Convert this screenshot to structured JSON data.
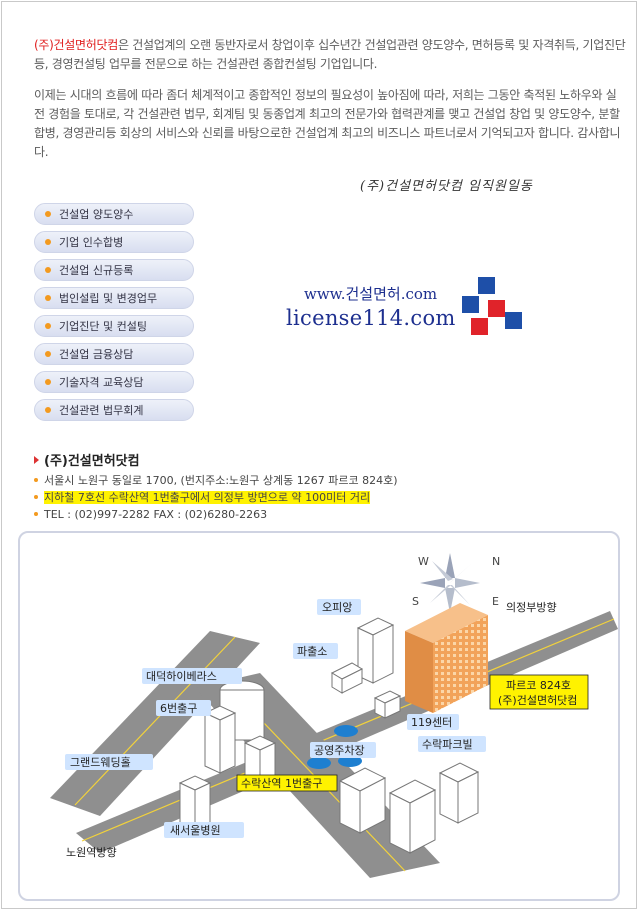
{
  "intro": {
    "brand": "(주)건설면허닷컴",
    "p1_rest": "은 건설업계의 오랜 동반자로서 창업이후 십수년간 건설업관련 양도양수, 면허등록 및 자격취득, 기업진단등, 경영컨설팅 업무를 전문으로 하는 건설관련 종합컨설팅 기업입니다.",
    "p2": "이제는 시대의 흐름에 따라 좀더 체계적이고 종합적인 정보의 필요성이 높아짐에 따라, 저희는 그동안 축적된 노하우와 실전 경험을 토대로, 각 건설관련 법무, 회계팀 및 동종업계 최고의 전문가와 협력관계를 맺고 건설업 창업 및 양도양수, 분할합병, 경영관리등 회상의 서비스와 신뢰를 바탕으로한 건설업계 최고의 비즈니스 파트너로서 기억되고자 합니다.  감사합니다.",
    "signature": "(주)건설면허닷컴 임직원일동"
  },
  "menu": {
    "items": [
      {
        "label": "건설업 양도양수"
      },
      {
        "label": "기업 인수합병"
      },
      {
        "label": "건설업 신규등록"
      },
      {
        "label": "법인설립 및 변경업무"
      },
      {
        "label": "기업진단 및 컨설팅"
      },
      {
        "label": "건설업 금융상담"
      },
      {
        "label": "기술자격 교육상담"
      },
      {
        "label": "건설관련 법무회계"
      }
    ]
  },
  "logo": {
    "www": "www.건설면허.com",
    "domain": "license114.com",
    "colors": {
      "blue": "#1e4fa8",
      "red": "#e0232a"
    }
  },
  "address": {
    "title": "(주)건설면허닷컴",
    "line1": "서울시 노원구 동일로 1700, (번지주소:노원구 상계동 1267 파르코 824호)",
    "line2": "지하철 7호선 수락산역 1번출구에서 의정부 방면으로 약 100미터 거리",
    "line3": "TEL : (02)997-2282       FAX : (02)6280-2263"
  },
  "map": {
    "compass": {
      "n": "N",
      "s": "S",
      "e": "E",
      "w": "W"
    },
    "labels": {
      "uijeongbu": "의정부방향",
      "nowon": "노원역방향",
      "opiang": "오피앙",
      "police": "파출소",
      "daedeok": "대덕하이베라스",
      "exit6": "6번출구",
      "grand": "그랜드웨딩홀",
      "parking": "공영주차장",
      "center119": "119센터",
      "surakpark": "수락파크빌",
      "hospital": "새서울병원",
      "station_exit1": "수락산역 1번출구",
      "target_line1": "파르코  824호",
      "target_line2": "(주)건설면허닷컴"
    },
    "colors": {
      "road": "#8f8f8f",
      "building": "#f2a35a",
      "label_bg": "#cfe4ff",
      "highlight": "#fff200"
    }
  }
}
